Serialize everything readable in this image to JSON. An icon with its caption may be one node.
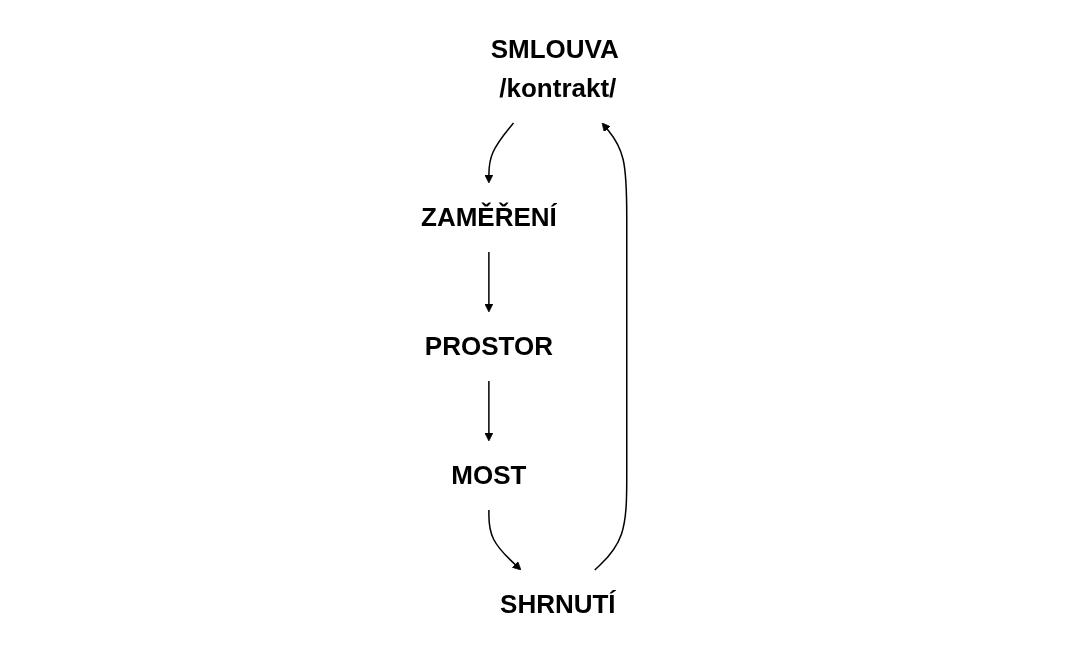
{
  "diagram": {
    "nodes": [
      {
        "text": [
          "SMLOUVA /kontrakt/"
        ]
      },
      {
        "text": [
          "ZAMĚŘENÍ"
        ]
      },
      {
        "text": [
          "PROSTOR"
        ]
      },
      {
        "text": [
          "MOST"
        ]
      },
      {
        "text": [
          "SHRNUTÍ"
        ]
      }
    ],
    "edges": [
      {
        "from": 0,
        "to": 1,
        "arrow": "to"
      },
      {
        "from": 1,
        "to": 2,
        "arrow": "to"
      },
      {
        "from": 2,
        "to": 3,
        "arrow": "to"
      },
      {
        "from": 3,
        "to": 4,
        "arrow": "to"
      },
      {
        "from": 4,
        "to": 0,
        "arrow": "to"
      }
    ]
  }
}
